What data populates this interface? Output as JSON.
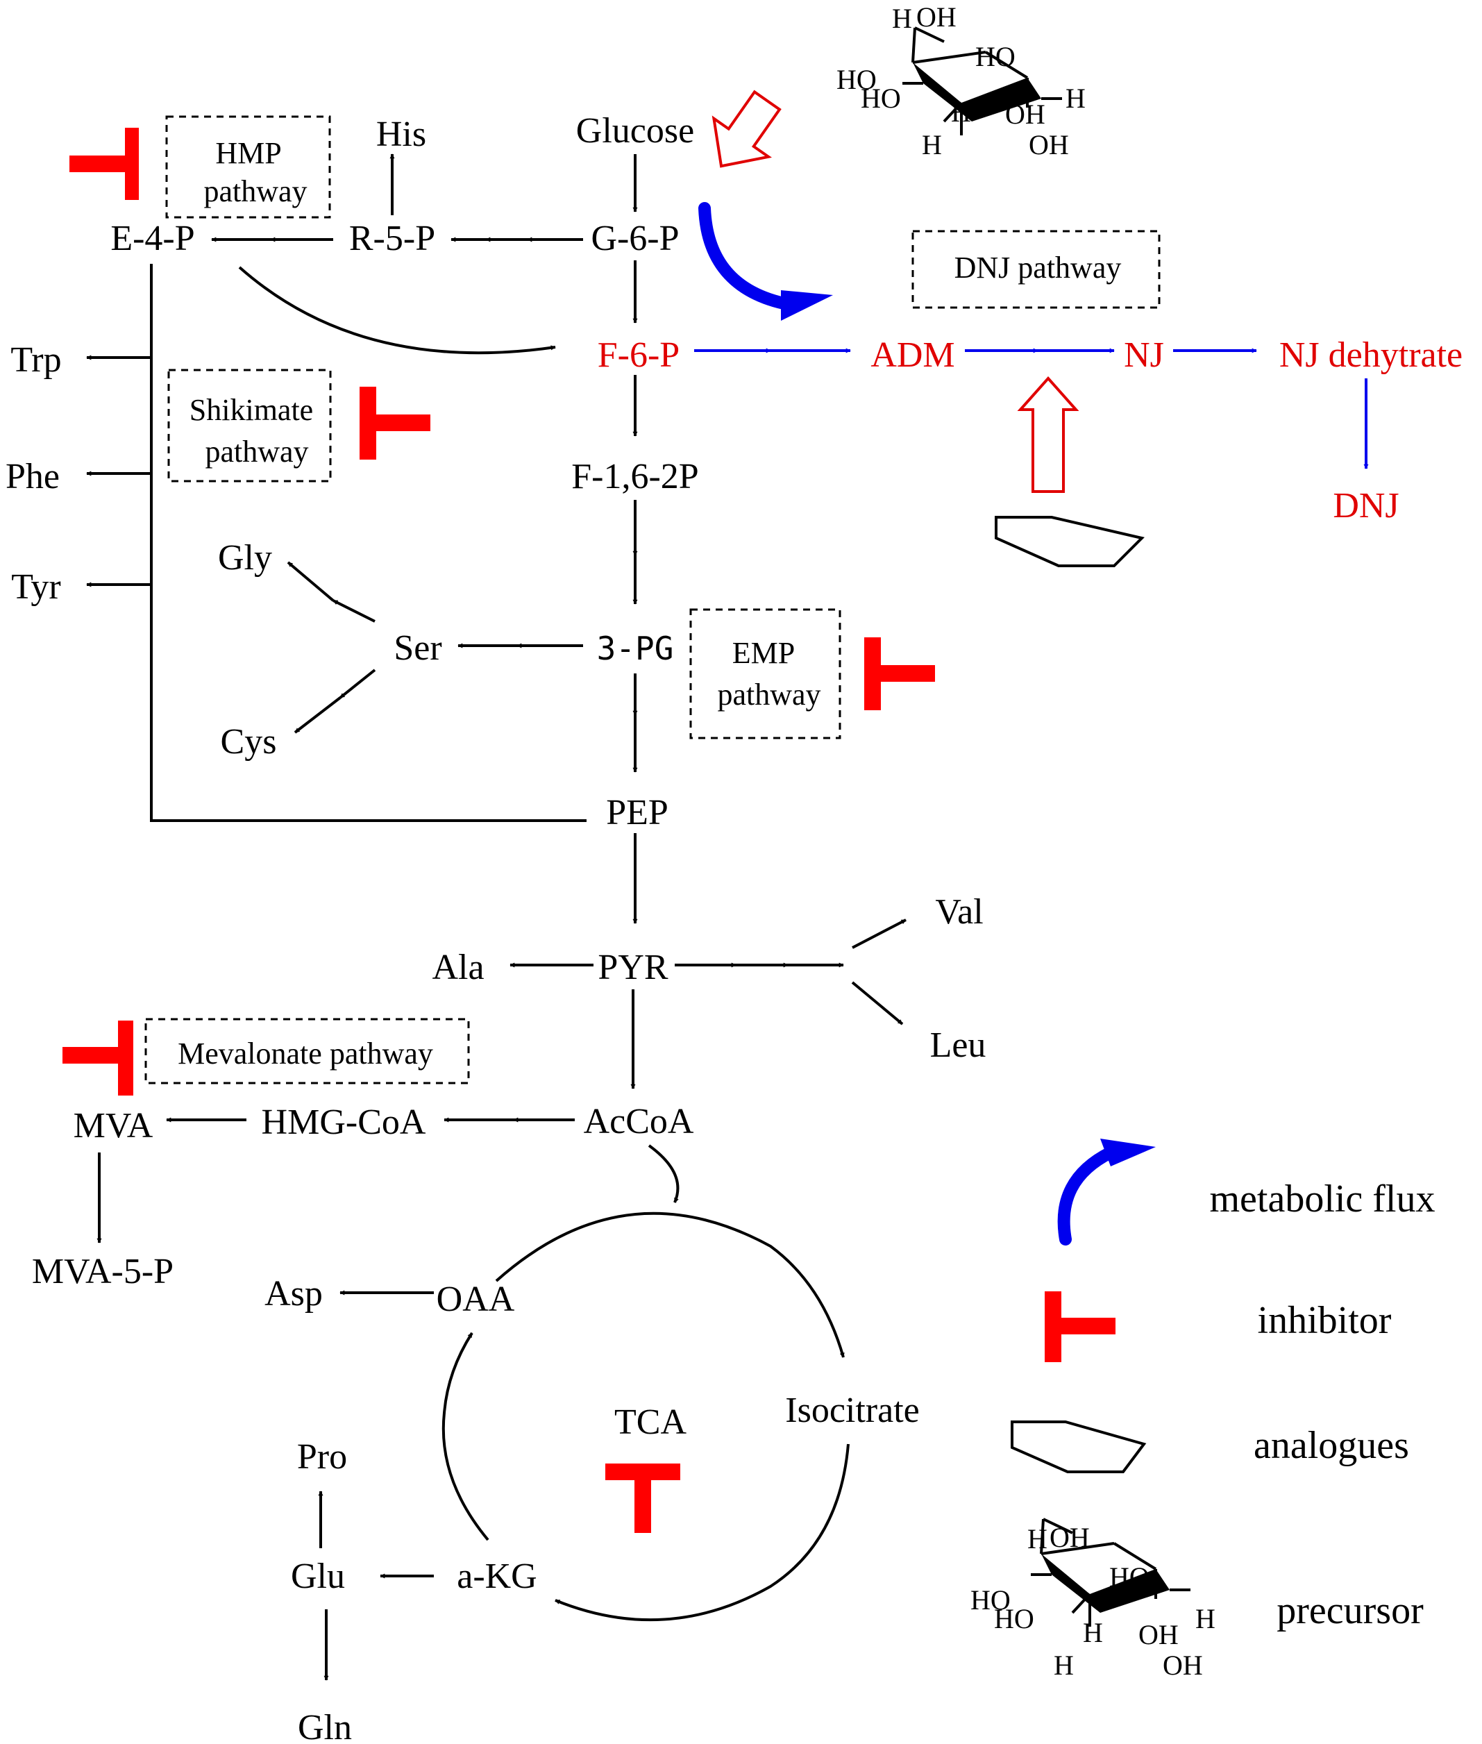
{
  "metabolites": {
    "glucose": "Glucose",
    "g6p": "G-6-P",
    "r5p": "R-5-P",
    "e4p": "E-4-P",
    "his": "His",
    "f6p": "F-6-P",
    "adm": "ADM",
    "nj": "NJ",
    "nj_dehytrate": "NJ dehytrate",
    "dnj": "DNJ",
    "f16p": "F-1,6-2P",
    "pg3": "3-PG",
    "ser": "Ser",
    "gly": "Gly",
    "cys": "Cys",
    "pep": "PEP",
    "pyr": "PYR",
    "ala": "Ala",
    "val": "Val",
    "leu": "Leu",
    "accoa": "AcCoA",
    "hmgcoa": "HMG-CoA",
    "mva": "MVA",
    "mva5p": "MVA-5-P",
    "trp": "Trp",
    "phe": "Phe",
    "tyr": "Tyr",
    "oaa": "OAA",
    "asp": "Asp",
    "isocitrate": "Isocitrate",
    "akg": "a-KG",
    "glu": "Glu",
    "pro": "Pro",
    "gln": "Gln",
    "tca": "TCA"
  },
  "pathway_boxes": {
    "hmp_line1": "HMP",
    "hmp_line2": "pathway",
    "dnj": "DNJ pathway",
    "shikimate_line1": "Shikimate",
    "shikimate_line2": "pathway",
    "emp_line1": "EMP",
    "emp_line2": "pathway",
    "mevalonate": "Mevalonate pathway"
  },
  "legend": {
    "metabolic_flux": "metabolic flux",
    "inhibitor": "inhibitor",
    "analogues": "analogues",
    "precursor": "precursor"
  },
  "glucose_structure_atoms": [
    "H",
    "OH",
    "HO",
    "HO",
    "HO",
    "H",
    "OH",
    "H",
    "H",
    "OH"
  ],
  "colors": {
    "dnj_branch": "#e00000",
    "flux_arrow": "#0000ee",
    "inhibitor": "#ff0000",
    "default": "#000000"
  }
}
